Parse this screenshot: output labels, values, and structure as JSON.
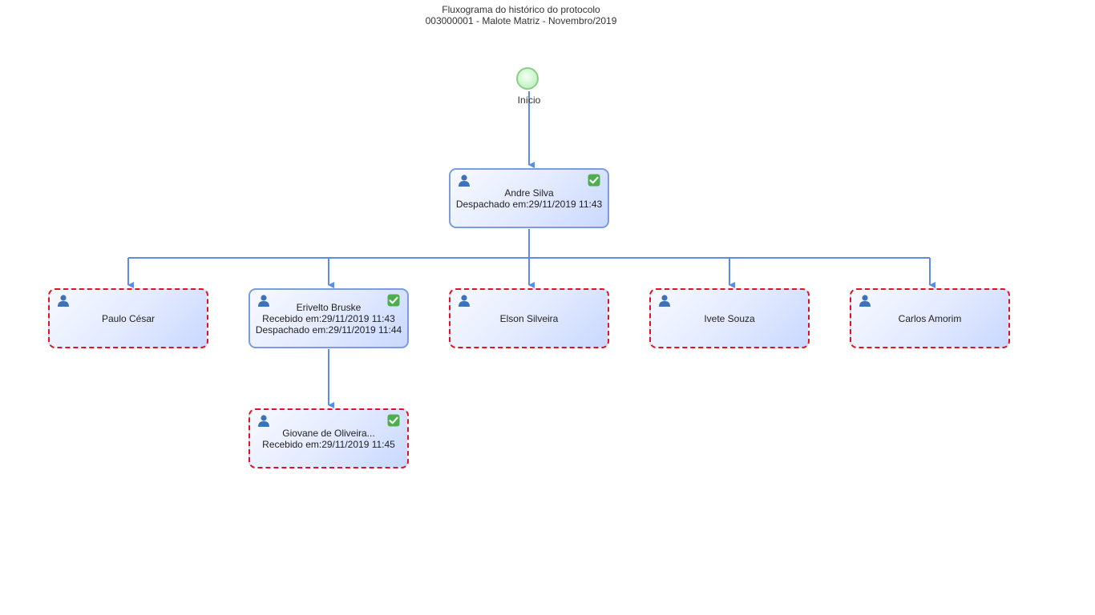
{
  "header": {
    "title": "Fluxograma do histórico do protocolo",
    "subtitle": "003000001 - Malote Matriz - Novembro/2019"
  },
  "start": {
    "label": "Início"
  },
  "colors": {
    "connector": "#5b8ee0",
    "pending_border": "#e0121f",
    "done_border": "#7c9ce0",
    "check": "#4cae4c",
    "user_icon": "#3e72b8"
  },
  "nodes": {
    "andre": {
      "name": "Andre Silva",
      "line2": "Despachado em:29/11/2019 11:43",
      "line3": "",
      "icon": "user-icon",
      "status": "check-icon"
    },
    "paulo": {
      "name": "Paulo César",
      "line2": "",
      "line3": "",
      "icon": "user-icon"
    },
    "erivelto": {
      "name": "Erivelto Bruske",
      "line2": "Recebido em:29/11/2019 11:43",
      "line3": "Despachado em:29/11/2019 11:44",
      "icon": "user-icon",
      "status": "check-icon"
    },
    "elson": {
      "name": "Elson Silveira",
      "line2": "",
      "line3": "",
      "icon": "user-icon"
    },
    "ivete": {
      "name": "Ivete Souza",
      "line2": "",
      "line3": "",
      "icon": "user-icon"
    },
    "carlos": {
      "name": "Carlos Amorim",
      "line2": "",
      "line3": "",
      "icon": "user-icon"
    },
    "giovane": {
      "name": "Giovane de Oliveira...",
      "line2": "Recebido em:29/11/2019 11:45",
      "line3": "",
      "icon": "user-icon",
      "status": "check-icon"
    }
  }
}
